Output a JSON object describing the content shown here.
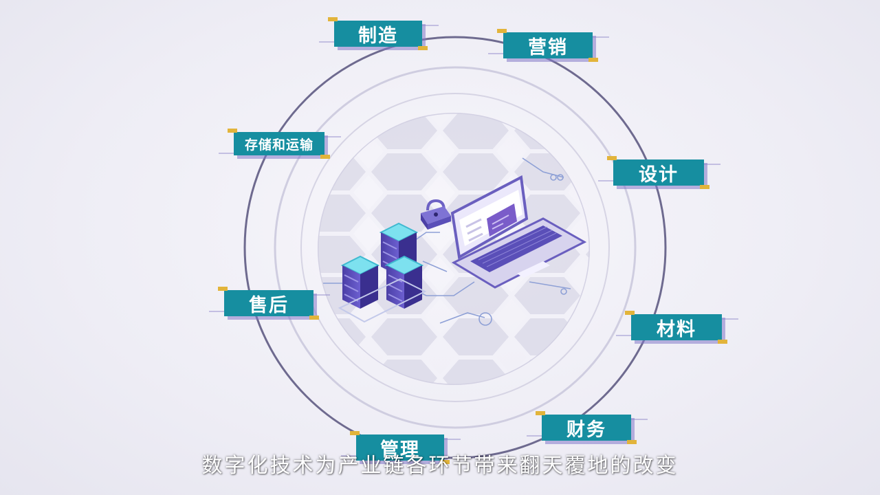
{
  "colors": {
    "tag_teal": "#168ea0",
    "tag_accent_gold": "#e2b43b",
    "ring_outer": "#6e6a8f",
    "server_purple": "#5a4fb8",
    "screen_card": "#7a5cc9"
  },
  "labels": {
    "manufacturing": "制造",
    "marketing": "营销",
    "storage_transport": "存储和运输",
    "design": "设计",
    "after_sales": "售后",
    "materials": "材料",
    "finance": "财务",
    "management": "管理"
  },
  "icons": {
    "servers": "server-stack-icon",
    "laptop": "laptop-icon",
    "lock": "padlock-icon",
    "card": "credit-card-icon"
  },
  "subtitle": "数字化技术为产业链各环节带来翻天覆地的改变"
}
